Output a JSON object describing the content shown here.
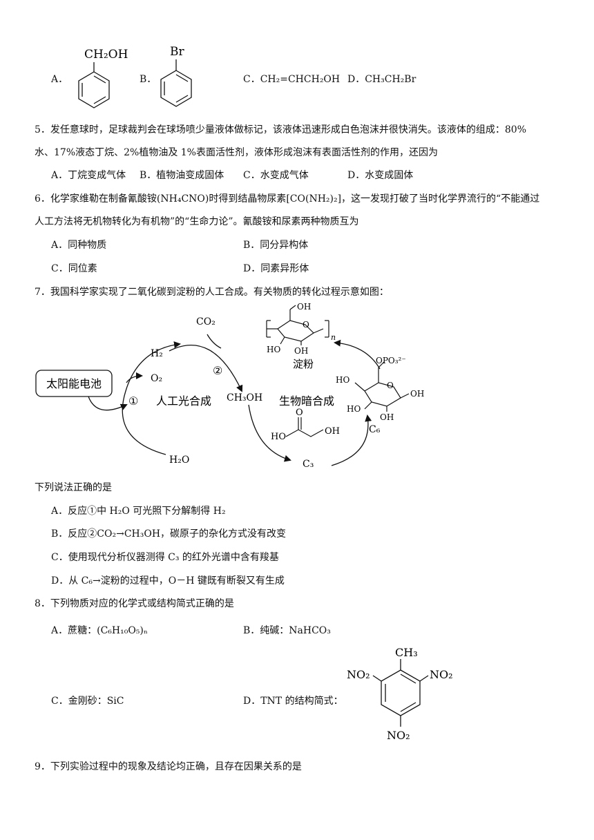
{
  "q4": {
    "a_label": "A．",
    "a_group": "CH₂OH",
    "b_label": "B．",
    "b_group": "Br",
    "c_text": "C．CH₂=CHCH₂OH",
    "d_text": "D．CH₃CH₂Br"
  },
  "q5": {
    "line1": "5．发任意球时，足球裁判会在球场喷少量液体做标记，该液体迅速形成白色泡沫并很快消失。该液体的组成：80%",
    "line2": "水、17%液态丁烷、2%植物油及 1%表面活性剂，液体形成泡沫有表面活性剂的作用，还因为",
    "options": [
      "A．丁烷变成气体",
      "B．植物油变成固体",
      "C．水变成气体",
      "D．水变成固体"
    ]
  },
  "q6": {
    "line1": "6．化学家维勒在制备氰酸铵(NH₄CNO)时得到结晶物尿素[CO(NH₂)₂]，这一发现打破了当时化学界流行的“不能通过",
    "line2": "人工方法将无机物转化为有机物”的“生命力论”。氰酸铵和尿素两种物质互为",
    "options": [
      "A．同种物质",
      "B．同分异构体",
      "C．同位素",
      "D．同素异形体"
    ]
  },
  "q7": {
    "stem": "7．我国科学家实现了二氧化碳到淀粉的人工合成。有关物质的转化过程示意如图：",
    "diagram": {
      "solar_cell": "太阳能电池",
      "co2": "CO₂",
      "h2": "H₂",
      "o2": "O₂",
      "h2o": "H₂O",
      "step1": "①",
      "step2": "②",
      "artificial": "人工光合成",
      "ch3oh": "CH₃OH",
      "bio": "生物暗合成",
      "c3": "C₃",
      "c6": "C₆",
      "starch": "淀粉",
      "oh": "OH",
      "ho": "HO",
      "o": "O",
      "n": "n",
      "opo3": "OPO₃²⁻"
    },
    "ask": "下列说法正确的是",
    "options": [
      "A．反应①中 H₂O 可光照下分解制得 H₂",
      "B．反应②CO₂→CH₃OH，碳原子的杂化方式没有改变",
      "C．使用现代分析仪器测得 C₃ 的红外光谱中含有羧基",
      "D．从 C₆→淀粉的过程中，O－H 键既有断裂又有生成"
    ]
  },
  "q8": {
    "stem": "8．下列物质对应的化学式或结构简式正确的是",
    "a": "A．蔗糖：(C₆H₁₀O₅)ₙ",
    "b": "B．纯碱：NaHCO₃",
    "c": "C．金刚砂：SiC",
    "d": "D．TNT 的结构简式：",
    "tnt": {
      "ch3": "CH₃",
      "no2": "NO₂"
    }
  },
  "q9": {
    "stem": "9．下列实验过程中的现象及结论均正确，且存在因果关系的是"
  }
}
